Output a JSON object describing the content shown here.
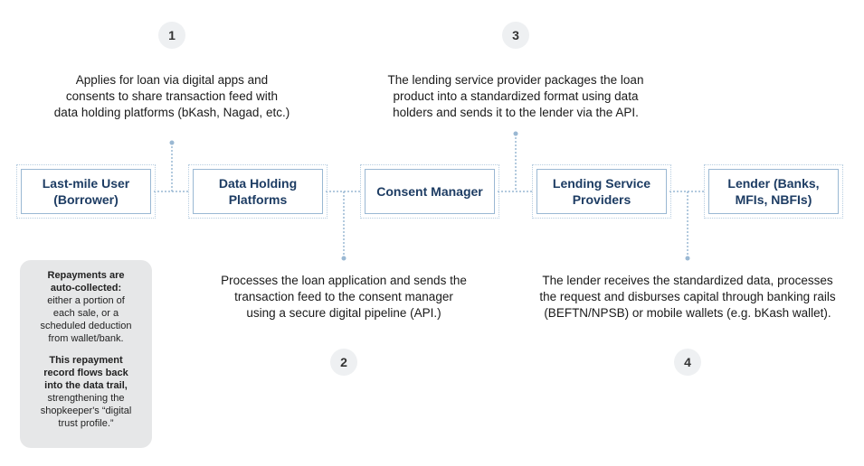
{
  "steps": [
    {
      "number": "1",
      "text_lines": [
        "Applies for loan via digital apps and",
        "consents to share transaction feed with",
        "data holding platforms (bKash, Nagad, etc.)"
      ]
    },
    {
      "number": "2",
      "text_lines": [
        "Processes the loan application and sends the",
        "transaction feed to the consent manager",
        "using a secure digital pipeline (API.)"
      ]
    },
    {
      "number": "3",
      "text_lines": [
        "The lending service provider packages the loan",
        "product into a standardized format using data",
        "holders and sends it to the lender via the API."
      ]
    },
    {
      "number": "4",
      "text_lines": [
        "The lender receives the standardized data, processes",
        "the request and disburses capital through banking rails",
        "(BEFTN/NPSB) or mobile wallets (e.g. bKash wallet)."
      ]
    }
  ],
  "nodes": [
    {
      "lines": [
        "Last-mile User",
        "(Borrower)"
      ]
    },
    {
      "lines": [
        "Data Holding",
        "Platforms"
      ]
    },
    {
      "lines": [
        "Consent Manager"
      ]
    },
    {
      "lines": [
        "Lending Service",
        "Providers"
      ]
    },
    {
      "lines": [
        "Lender (Banks,",
        "MFIs, NBFIs)"
      ]
    }
  ],
  "side_note": {
    "p1_bold_lines": [
      "Repayments are",
      "auto-collected:"
    ],
    "p1_rest_lines": [
      "either a portion of",
      "each sale, or a",
      "scheduled deduction",
      "from wallet/bank."
    ],
    "p2_bold_lines": [
      "This repayment",
      "record flows back",
      "into the data trail,"
    ],
    "p2_rest_lines": [
      "strengthening the",
      "shopkeeper's “digital",
      "trust profile.”"
    ]
  },
  "colors": {
    "connector": "#9ab8d3",
    "node_text": "#1d3c63",
    "badge_bg": "#eef0f2",
    "note_bg": "#e6e7e8"
  }
}
